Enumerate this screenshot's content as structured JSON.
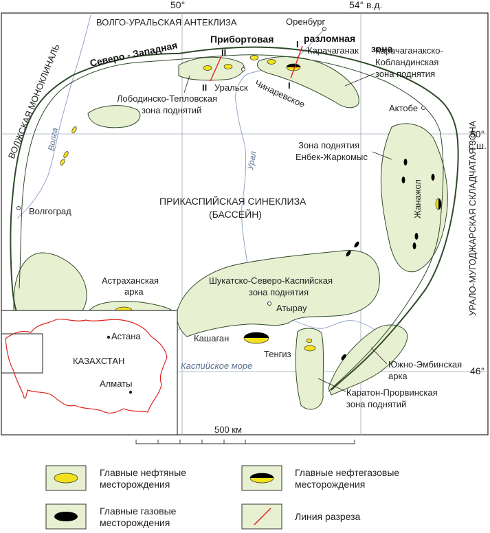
{
  "map": {
    "coords": {
      "lon_50": "50°",
      "lon_54": "54° в.д.",
      "lat_50": "50°",
      "lat_50_suffix": "с.ш.",
      "lat_46": "46°"
    },
    "regions": {
      "volga_ural": "ВОЛГО-УРАЛЬСКАЯ АНТЕКЛИЗА",
      "volga_monocline": "ВОЛЖСКАЯ МОНОКЛИНАЛЬ",
      "ural_mugodzhar": "УРАЛО-МУГОДЖАРСКАЯ СКЛАДЧАТАЯ ЗОНА",
      "caspian_syneclise_1": "ПРИКАСПИЙСКАЯ СИНЕКЛИЗА",
      "caspian_syneclise_2": "(БАССЕЙН)"
    },
    "fault_zone": {
      "w1": "Северо - Западная",
      "w2": "Прибортовая",
      "w3": "разломная",
      "w4": "зона"
    },
    "cities": {
      "orenburg": "Оренбург",
      "uralsk": "Уральск",
      "aktobe": "Актобе",
      "volgograd": "Волгоград",
      "atyrau": "Атырау"
    },
    "fields": {
      "karachaganak": "Карачаганак",
      "chinarevskoe": "Чинаревское",
      "zhanazhol": "Жанажол",
      "kashagan": "Кашаган",
      "tengiz": "Тенгиз"
    },
    "zones": {
      "karachaganak_zone": [
        "Карачаганакско-",
        "Кобландинская",
        "зона поднятия"
      ],
      "lobodino_zone": [
        "Лободинско-Тепловская",
        "зона поднятий"
      ],
      "enbek_zone": [
        "Зона поднятия",
        "Енбек-Жаркомыс"
      ],
      "astrakhan_arch": [
        "Астраханская",
        "арка"
      ],
      "shukat_zone": [
        "Шукатско-Северо-Каспийская",
        "зона поднятия"
      ],
      "south_emba": [
        "Южно-Эмбинская",
        "арка"
      ],
      "karaton_zone": [
        "Каратон-Прорвинская",
        "зона поднятий"
      ]
    },
    "rivers": {
      "volga": "Волга",
      "ural": "Урал",
      "caspian": "Каспийское море"
    },
    "section_lines": {
      "i_top": "I",
      "i_bottom": "I",
      "ii_top": "II",
      "ii_bottom": "II"
    },
    "inset": {
      "country": "КАЗАХСТАН",
      "astana": "Астана",
      "almaty": "Алматы"
    },
    "scale": {
      "label": "500 км"
    }
  },
  "legend": {
    "oil": [
      "Главные нефтяные",
      "месторождения"
    ],
    "oil_gas": [
      "Главные нефтегазовые",
      "месторождения"
    ],
    "gas": [
      "Главные газовые",
      "месторождения"
    ],
    "section": "Линия разреза"
  },
  "colors": {
    "zone_fill": "#e8f0d2",
    "basin_outline": "#2f4a2a",
    "oil_fill": "#f2e21c",
    "gas_fill": "#000000",
    "river": "#8fa3c4",
    "section_line": "#e0201e",
    "kazakhstan_border": "#e0201e"
  }
}
